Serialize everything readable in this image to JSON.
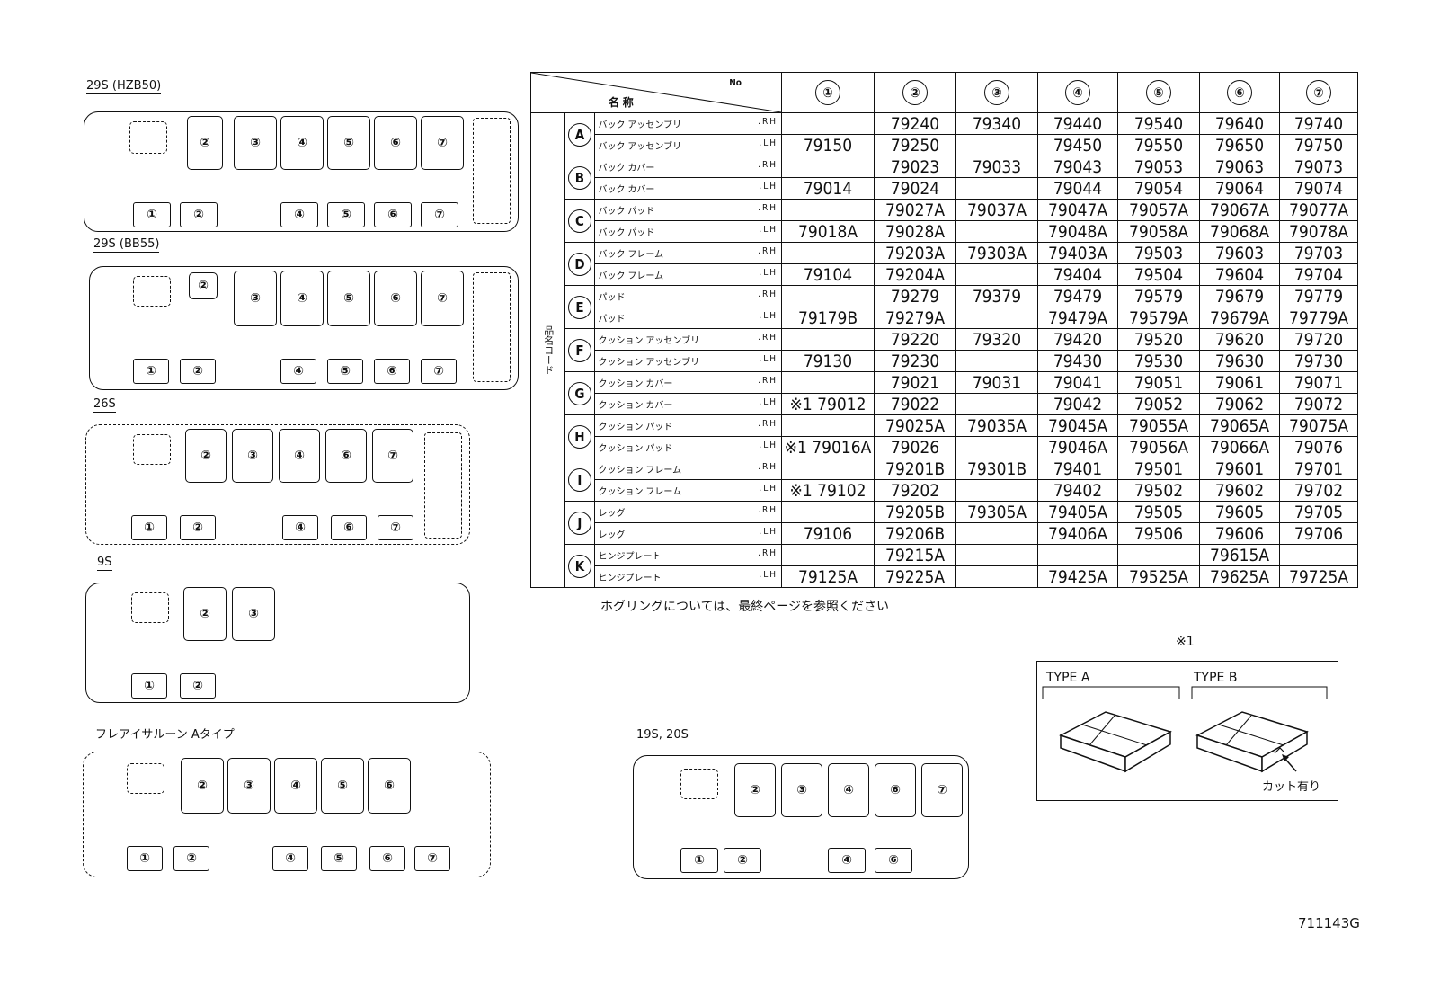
{
  "layouts": [
    {
      "title": "29S (HZB50)"
    },
    {
      "title": "29S (BB55)"
    },
    {
      "title": "26S"
    },
    {
      "title": "9S"
    },
    {
      "title": "フレアイサルーン Aタイプ"
    },
    {
      "title": "19S, 20S"
    }
  ],
  "table": {
    "header_no": "No",
    "header_name": "名 称",
    "side_label": "品名コード",
    "columns": [
      "①",
      "②",
      "③",
      "④",
      "⑤",
      "⑥",
      "⑦"
    ],
    "groups": [
      {
        "letter": "A",
        "rows": [
          {
            "name": "バック アッセンブリ",
            "side": ".RH",
            "parts": [
              "",
              "79240",
              "79340",
              "79440",
              "79540",
              "79640",
              "79740"
            ]
          },
          {
            "name": "バック アッセンブリ",
            "side": ".LH",
            "parts": [
              "79150",
              "79250",
              "",
              "79450",
              "79550",
              "79650",
              "79750"
            ]
          }
        ]
      },
      {
        "letter": "B",
        "rows": [
          {
            "name": "バック カバー",
            "side": ".RH",
            "parts": [
              "",
              "79023",
              "79033",
              "79043",
              "79053",
              "79063",
              "79073"
            ]
          },
          {
            "name": "バック カバー",
            "side": ".LH",
            "parts": [
              "79014",
              "79024",
              "",
              "79044",
              "79054",
              "79064",
              "79074"
            ]
          }
        ]
      },
      {
        "letter": "C",
        "rows": [
          {
            "name": "バック パッド",
            "side": ".RH",
            "parts": [
              "",
              "79027A",
              "79037A",
              "79047A",
              "79057A",
              "79067A",
              "79077A"
            ]
          },
          {
            "name": "バック パッド",
            "side": ".LH",
            "parts": [
              "79018A",
              "79028A",
              "",
              "79048A",
              "79058A",
              "79068A",
              "79078A"
            ]
          }
        ]
      },
      {
        "letter": "D",
        "rows": [
          {
            "name": "バック フレーム",
            "side": ".RH",
            "parts": [
              "",
              "79203A",
              "79303A",
              "79403A",
              "79503",
              "79603",
              "79703"
            ]
          },
          {
            "name": "バック フレーム",
            "side": ".LH",
            "parts": [
              "79104",
              "79204A",
              "",
              "79404",
              "79504",
              "79604",
              "79704"
            ]
          }
        ]
      },
      {
        "letter": "E",
        "rows": [
          {
            "name": "パッド",
            "side": ".RH",
            "parts": [
              "",
              "79279",
              "79379",
              "79479",
              "79579",
              "79679",
              "79779"
            ]
          },
          {
            "name": "パッド",
            "side": ".LH",
            "parts": [
              "79179B",
              "79279A",
              "",
              "79479A",
              "79579A",
              "79679A",
              "79779A"
            ]
          }
        ]
      },
      {
        "letter": "F",
        "rows": [
          {
            "name": "クッション アッセンブリ",
            "side": ".RH",
            "parts": [
              "",
              "79220",
              "79320",
              "79420",
              "79520",
              "79620",
              "79720"
            ]
          },
          {
            "name": "クッション アッセンブリ",
            "side": ".LH",
            "parts": [
              "79130",
              "79230",
              "",
              "79430",
              "79530",
              "79630",
              "79730"
            ]
          }
        ]
      },
      {
        "letter": "G",
        "rows": [
          {
            "name": "クッション カバー",
            "side": ".RH",
            "parts": [
              "",
              "79021",
              "79031",
              "79041",
              "79051",
              "79061",
              "79071"
            ]
          },
          {
            "name": "クッション カバー",
            "side": ".LH",
            "parts": [
              "※1 79012",
              "79022",
              "",
              "79042",
              "79052",
              "79062",
              "79072"
            ]
          }
        ]
      },
      {
        "letter": "H",
        "rows": [
          {
            "name": "クッション パッド",
            "side": ".RH",
            "parts": [
              "",
              "79025A",
              "79035A",
              "79045A",
              "79055A",
              "79065A",
              "79075A"
            ]
          },
          {
            "name": "クッション パッド",
            "side": ".LH",
            "parts": [
              "※1 79016A",
              "79026",
              "",
              "79046A",
              "79056A",
              "79066A",
              "79076"
            ]
          }
        ]
      },
      {
        "letter": "I",
        "rows": [
          {
            "name": "クッション フレーム",
            "side": ".RH",
            "parts": [
              "",
              "79201B",
              "79301B",
              "79401",
              "79501",
              "79601",
              "79701"
            ]
          },
          {
            "name": "クッション フレーム",
            "side": ".LH",
            "parts": [
              "※1 79102",
              "79202",
              "",
              "79402",
              "79502",
              "79602",
              "79702"
            ]
          }
        ]
      },
      {
        "letter": "J",
        "rows": [
          {
            "name": "レッグ",
            "side": ".RH",
            "parts": [
              "",
              "79205B",
              "79305A",
              "79405A",
              "79505",
              "79605",
              "79705"
            ]
          },
          {
            "name": "レッグ",
            "side": ".LH",
            "parts": [
              "79106",
              "79206B",
              "",
              "79406A",
              "79506",
              "79606",
              "79706"
            ]
          }
        ]
      },
      {
        "letter": "K",
        "rows": [
          {
            "name": "ヒンジプレート",
            "side": ".RH",
            "parts": [
              "",
              "79215A",
              "",
              "",
              "",
              "79615A",
              ""
            ]
          },
          {
            "name": "ヒンジプレート",
            "side": ".LH",
            "parts": [
              "79125A",
              "79225A",
              "",
              "79425A",
              "79525A",
              "79625A",
              "79725A"
            ]
          }
        ]
      }
    ]
  },
  "notes": {
    "hogring": "ホグリングについては、最終ページを参照ください",
    "mark": "※1",
    "type_a": "TYPE A",
    "type_b": "TYPE B",
    "cut": "カット有り",
    "code": "711143G"
  }
}
